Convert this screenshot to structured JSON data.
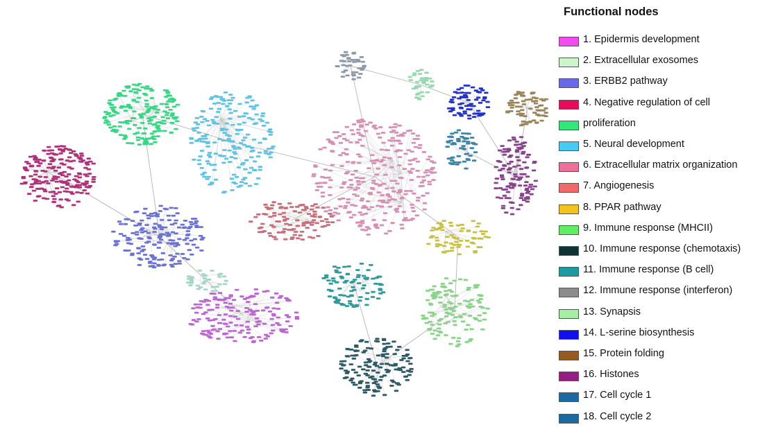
{
  "legend": {
    "title": "Functional nodes",
    "items": [
      {
        "label": "1. Epidermis development",
        "color": "#f04cf0"
      },
      {
        "label": "2. Extracellular exosomes",
        "color": "#ccf5cc"
      },
      {
        "label": "3. ERBB2 pathway",
        "color": "#6868e8"
      },
      {
        "label": "4. Negative regulation of cell",
        "color": "#ea0a5a"
      },
      {
        "label": "proliferation",
        "color": "#30e878"
      },
      {
        "label": "5. Neural development",
        "color": "#46ccf4"
      },
      {
        "label": "6. Extracellular matrix organization",
        "color": "#ee7099"
      },
      {
        "label": "7. Angiogenesis",
        "color": "#f06a6a"
      },
      {
        "label": "8. PPAR pathway",
        "color": "#f4c41c"
      },
      {
        "label": "9. Immune response (MHCII)",
        "color": "#5ef05e"
      },
      {
        "label": "10. Immune response (chemotaxis)",
        "color": "#0c3434"
      },
      {
        "label": "11. Immune response (B cell)",
        "color": "#1c9ca2"
      },
      {
        "label": "12. Immune response (interferon)",
        "color": "#8c8c8c"
      },
      {
        "label": "13. Synapsis",
        "color": "#a6eea6"
      },
      {
        "label": "14. L-serine biosynthesis",
        "color": "#1010ee"
      },
      {
        "label": "15. Protein folding",
        "color": "#965a1e"
      },
      {
        "label": "16. Histones",
        "color": "#961e82"
      },
      {
        "label": "17. Cell cycle 1",
        "color": "#1c6aa2"
      },
      {
        "label": "18. Cell cycle 2",
        "color": "#1c6aa2"
      }
    ]
  },
  "network": {
    "edge_color": "#b4b4b4",
    "clusters": [
      {
        "id": "green-cluster",
        "color": "#35d884"
      },
      {
        "id": "magenta-cluster",
        "color": "#b0307a"
      },
      {
        "id": "skyblue-cluster",
        "color": "#5fc4e4"
      },
      {
        "id": "gray-cluster",
        "color": "#8a9aa8"
      },
      {
        "id": "mint-cluster",
        "color": "#96dab0"
      },
      {
        "id": "pink-cluster",
        "color": "#d690b4"
      },
      {
        "id": "blue-cluster",
        "color": "#2232cc"
      },
      {
        "id": "brown-cluster",
        "color": "#9a845a"
      },
      {
        "id": "steel-cluster",
        "color": "#3c84a8"
      },
      {
        "id": "purple-cluster",
        "color": "#8a428c"
      },
      {
        "id": "rose-cluster",
        "color": "#c86e78"
      },
      {
        "id": "periwinkle-cluster",
        "color": "#6a72d4"
      },
      {
        "id": "paleteal-cluster",
        "color": "#a6d6c6"
      },
      {
        "id": "violet-cluster",
        "color": "#bc66d2"
      },
      {
        "id": "olive-cluster",
        "color": "#c8c040"
      },
      {
        "id": "teal-cluster",
        "color": "#2e9a9a"
      },
      {
        "id": "lightgreen-cluster",
        "color": "#88d488"
      },
      {
        "id": "darkslate-cluster",
        "color": "#2c5a66"
      }
    ]
  }
}
